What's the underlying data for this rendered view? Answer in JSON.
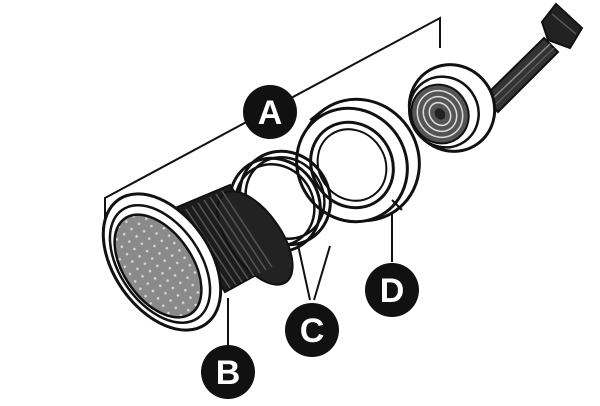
{
  "callouts": {
    "a": {
      "label": "A"
    },
    "b": {
      "label": "B"
    },
    "c": {
      "label": "C"
    },
    "d": {
      "label": "D"
    }
  },
  "colors": {
    "ink": "#111111",
    "paper": "#ffffff",
    "mesh": "#7a7a7a",
    "thread": "#1a1a1a"
  }
}
